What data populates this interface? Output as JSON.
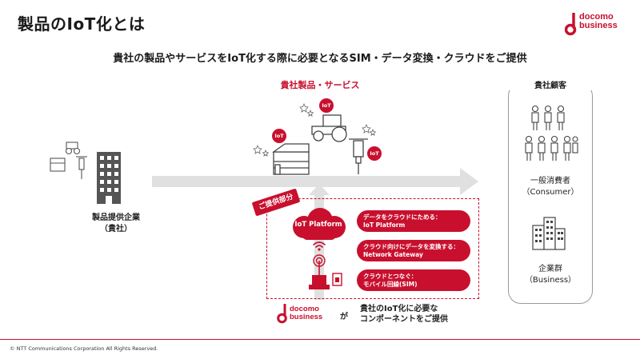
{
  "title": "製品のIoT化とは",
  "logo": {
    "line1": "docomo",
    "line2": "business"
  },
  "subtitle": "貴社の製品やサービスをIoT化する際に必要となるSIM・データ変換・クラウドをご提供",
  "center_label": "貴社製品・サービス",
  "iot_badge": "IoT",
  "customers": {
    "title": "貴社顧客",
    "consumer": {
      "line1": "一般消費者",
      "line2": "（Consumer）"
    },
    "business": {
      "line1": "企業群",
      "line2": "（Business）"
    }
  },
  "company": {
    "line1": "製品提供企業",
    "line2": "（貴社）"
  },
  "provided_tag": "ご提供部分",
  "cloud_label": "IoT Platform",
  "components": [
    {
      "line1": "データをクラウドにためる：",
      "line2": "IoT Platform"
    },
    {
      "line1": "クラウド向けにデータを変換する：",
      "line2": "Network Gateway"
    },
    {
      "line1": "クラウドとつなぐ：",
      "line2": "モバイル回線(SIM)"
    }
  ],
  "bottom": {
    "ga": "が",
    "line1": "貴社のIoT化に必要な",
    "line2": "コンポーネントをご提供"
  },
  "copyright": "© NTT Communications Corporation All Rights Reserved.",
  "colors": {
    "accent": "#c8102e",
    "arrow": "#e0e0e0",
    "gray_icon": "#555555"
  }
}
